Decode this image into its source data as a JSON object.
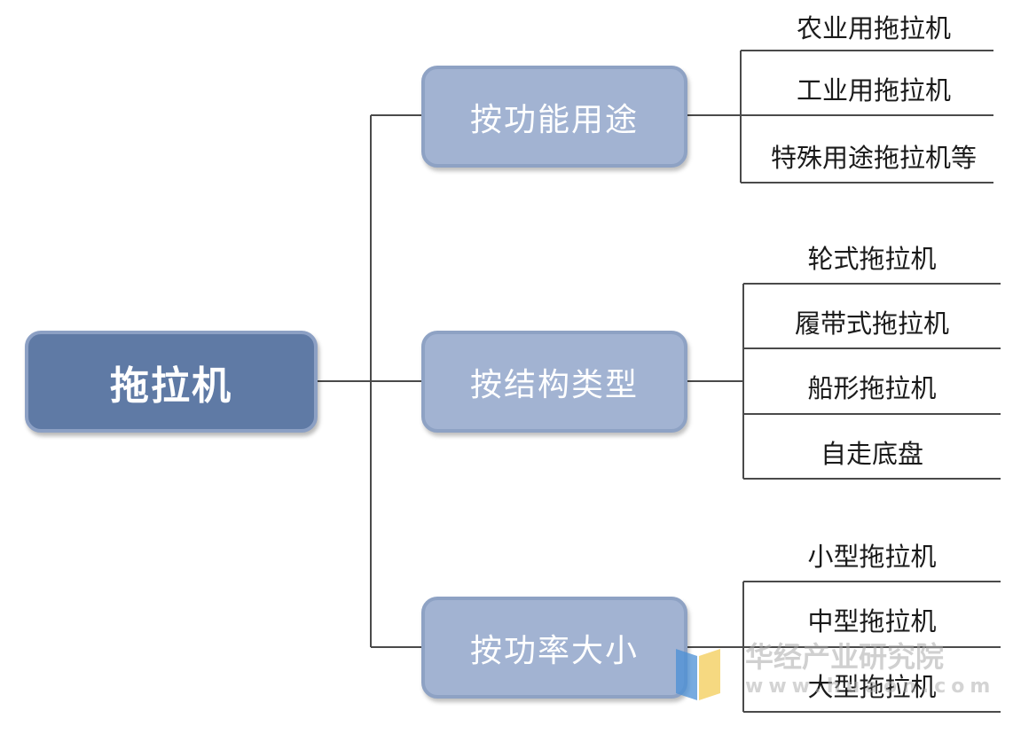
{
  "root": {
    "label": "拖拉机"
  },
  "categories": [
    {
      "label": "按功能用途",
      "items": [
        "农业用拖拉机",
        "工业用拖拉机",
        "特殊用途拖拉机等"
      ]
    },
    {
      "label": "按结构类型",
      "items": [
        "轮式拖拉机",
        "履带式拖拉机",
        "船形拖拉机",
        "自走底盘"
      ]
    },
    {
      "label": "按功率大小",
      "items": [
        "小型拖拉机",
        "中型拖拉机",
        "大型拖拉机"
      ]
    }
  ],
  "watermark": {
    "text": "华经产业研究院",
    "url": "www.huaon.com"
  },
  "colors": {
    "root_fill": "#5f7aa5",
    "category_fill": "#a2b3d2",
    "line": "#4a4a4a",
    "logo_blue": "#4a8fd6",
    "logo_yellow": "#f2c94c"
  }
}
